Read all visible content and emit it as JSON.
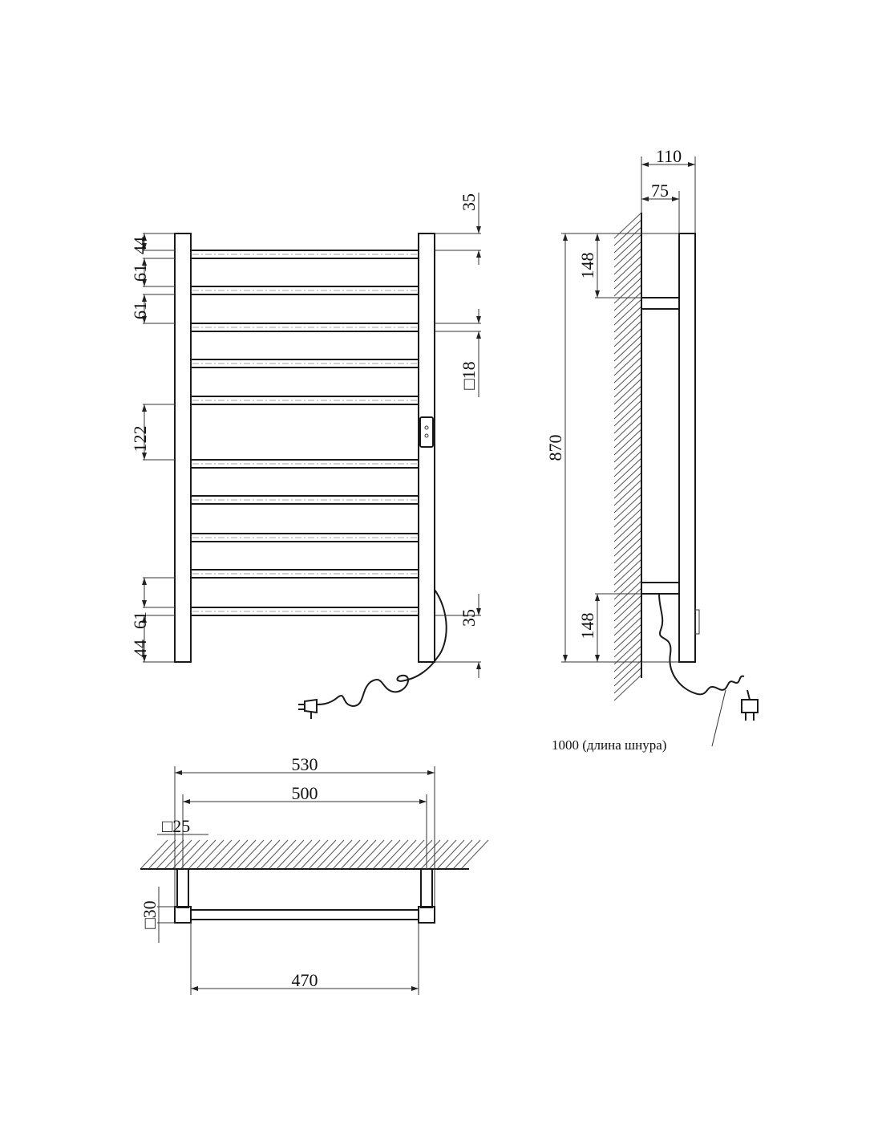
{
  "front_view": {
    "left_dims": [
      "44",
      "61",
      "61",
      "122",
      "61",
      "44"
    ],
    "right_dims": {
      "top": "35",
      "profile": "□18",
      "bottom": "35"
    },
    "bar_count": 10
  },
  "side_view": {
    "overall_depth": "110",
    "bracket_depth": "75",
    "height": "870",
    "top_bracket": "148",
    "bottom_bracket": "148",
    "cord_label": "1000 (длина шнура)"
  },
  "top_view": {
    "overall_width": "530",
    "mount_spacing": "500",
    "inner_width": "470",
    "bracket_profile": "□25",
    "post_profile": "□30"
  },
  "colors": {
    "line": "#1a1a1a",
    "hatch": "#555555"
  }
}
